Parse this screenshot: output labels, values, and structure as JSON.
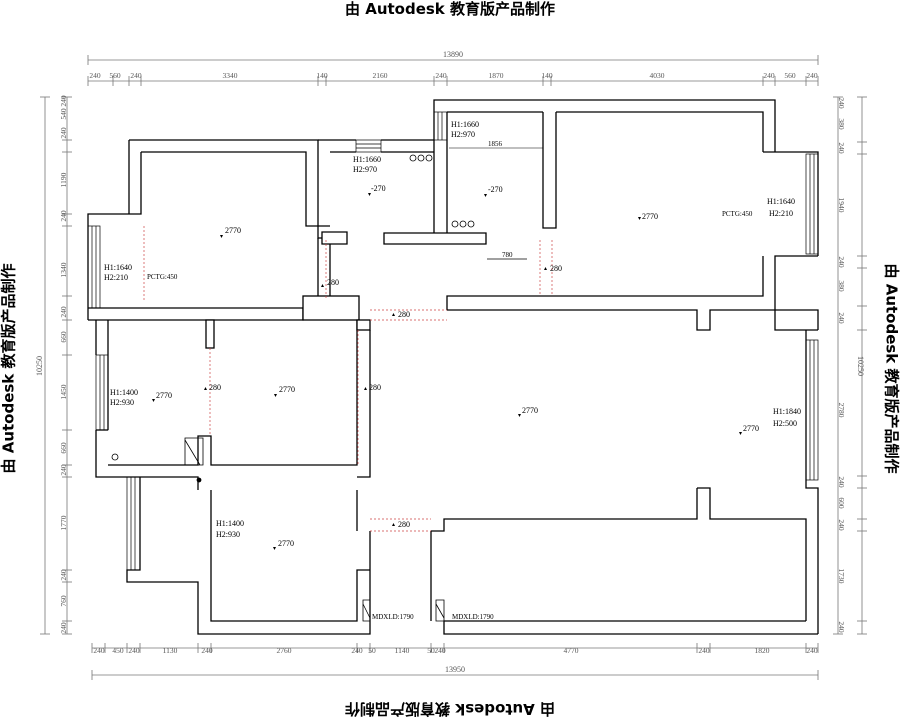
{
  "watermark": {
    "text": "由 Autodesk 教育版产品制作"
  },
  "dimensions": {
    "top_total": "13890",
    "top_segments": [
      "240",
      "560",
      "240",
      "3340",
      "140",
      "2160",
      "240",
      "1870",
      "140",
      "4030",
      "240",
      "560",
      "240"
    ],
    "bottom_total": "13950",
    "bottom_segments": [
      "240",
      "450",
      "240",
      "1130",
      "240",
      "2760",
      "240",
      "50",
      "1140",
      "50",
      "240",
      "4770",
      "240",
      "1820",
      "240"
    ],
    "left_total": "10250",
    "left_segments": [
      "240",
      "540",
      "240",
      "1190",
      "240",
      "1340",
      "240",
      "660",
      "1450",
      "660",
      "240",
      "1770",
      "240",
      "760",
      "240"
    ],
    "right_total": "10250",
    "right_segments": [
      "240",
      "380",
      "240",
      "1940",
      "240",
      "380",
      "240",
      "2780",
      "240",
      "600",
      "240",
      "1730",
      "240"
    ]
  },
  "annotations": {
    "h1660_a": "H1:1660",
    "h2_970_a": "H2:970",
    "h1660_b": "H1:1660",
    "h2_970_b": "H2:970",
    "dim_1856": "1856",
    "h1640_right": "H1:1640",
    "h2_210_right": "H2:210",
    "pctg_right": "PCTG:450",
    "h1640_left": "H1:1640",
    "h2_210_left": "H2:210",
    "pctg_left": "PCTG:450",
    "h1400_a": "H1:1400",
    "h2_930_a": "H2:930",
    "h1840": "H1:1840",
    "h2_500": "H2:500",
    "h1400_b": "H1:1400",
    "h2_930_b": "H2:930",
    "dim_780": "780",
    "mdxld_a": "MDXLD:1790",
    "mdxld_b": "MDXLD:1790"
  },
  "levels": {
    "l2770_a": "2770",
    "l2770_b": "2770",
    "l2770_c": "2770",
    "l2770_d": "2770",
    "l2770_e": "2770",
    "l2770_f": "2770",
    "l2770_g": "2770",
    "n270_a": "-270",
    "n270_b": "-270",
    "d280_a": "280",
    "d280_b": "280",
    "d280_c": "280",
    "d280_d": "280",
    "d280_e": "280",
    "d280_f": "280"
  }
}
